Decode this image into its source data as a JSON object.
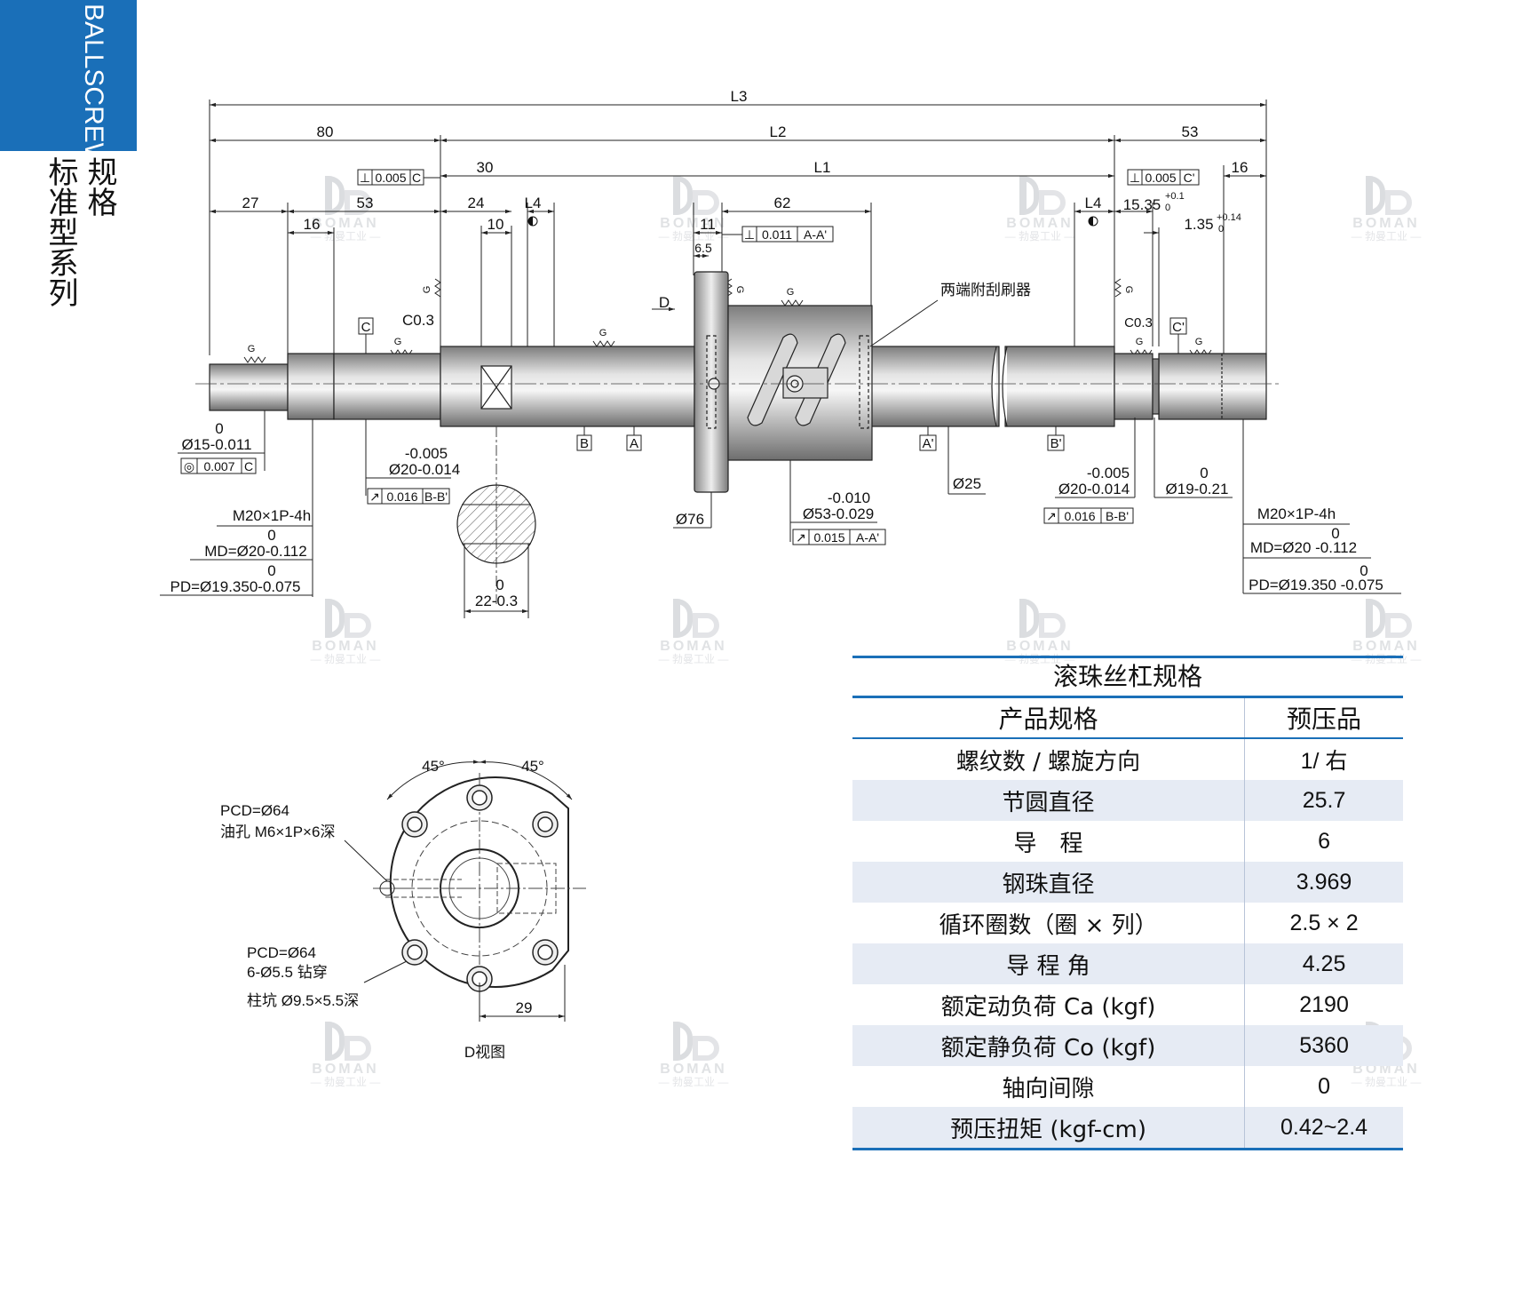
{
  "sidebar": {
    "tab_text": "BALLSCREWS",
    "title_cn_1": "规格",
    "title_cn_2": "标准型系列"
  },
  "watermark": {
    "name": "BOMAN",
    "sub": "— 勃曼工业 —"
  },
  "dims": {
    "L3": "L3",
    "L2": "L2",
    "L1": "L1",
    "d80": "80",
    "d53r": "53",
    "d27": "27",
    "d53l": "53",
    "d30": "30",
    "d24": "24",
    "d10": "10",
    "d16": "16",
    "L4a": "L4",
    "L4b": "L4",
    "d62": "62",
    "d11": "11",
    "d6_5": "6.5",
    "d16r": "16",
    "d15_35": "15.35",
    "d15_35_tol_up": "+0.1",
    "d15_35_tol_lo": "0",
    "d1_35": "1.35",
    "d1_35_tol_up": "+0.14",
    "d1_35_tol_lo": "0",
    "c03a": "C0.3",
    "c03b": "C0.3",
    "D": "D",
    "ref_C": "C",
    "ref_C2": "C'",
    "ref_B": "B",
    "ref_A": "A",
    "ref_A2": "A'",
    "ref_B2": "B'",
    "wiper_note": "两端附刮刷器",
    "d15_top": "0",
    "d15": "Ø15-0.011",
    "d20_top": "-0.005",
    "d20": "Ø20-0.014",
    "m20l": "M20×1P-4h",
    "md_top": "0",
    "md": "MD=Ø20-0.112",
    "pd_top": "0",
    "pd": "PD=Ø19.350-0.075",
    "key_top": "0",
    "key": "22-0.3",
    "d76": "Ø76",
    "d53_top": "-0.010",
    "d53": "Ø53-0.029",
    "d25": "Ø25",
    "d20r_top": "-0.005",
    "d20r": "Ø20-0.014",
    "d19_top": "0",
    "d19": "Ø19-0.21",
    "m20r": "M20×1P-4h",
    "mdr_top": "0",
    "mdr": "MD=Ø20 -0.112",
    "pdr_top": "0",
    "pdr": "PD=Ø19.350 -0.075",
    "G": "G"
  },
  "tolerances": {
    "perp_left": {
      "sym": "⊥",
      "val": "0.005",
      "ref": "C"
    },
    "perp_right": {
      "sym": "⊥",
      "val": "0.005",
      "ref": "C'"
    },
    "perp_nut": {
      "sym": "⊥",
      "val": "0.011",
      "ref": "A-A'"
    },
    "conc": {
      "sym": "◎",
      "val": "0.007",
      "ref": "C"
    },
    "runout_left": {
      "sym": "↗",
      "val": "0.016",
      "ref": "B-B'"
    },
    "runout_right": {
      "sym": "↗",
      "val": "0.016",
      "ref": "B-B'"
    },
    "runout_nut": {
      "sym": "↗",
      "val": "0.015",
      "ref": "A-A'"
    }
  },
  "flange_view": {
    "angle1": "45°",
    "angle2": "45°",
    "pcd1": "PCD=Ø64",
    "oil": "油孔 M6×1P×6深",
    "pcd2": "PCD=Ø64",
    "holes": "6-Ø5.5 钻穿",
    "cbore": "柱坑 Ø9.5×5.5深",
    "d29": "29",
    "caption": "D视图"
  },
  "spec_table": {
    "title": "滚珠丝杠规格",
    "headers": [
      "产品规格",
      "预压品"
    ],
    "rows": [
      {
        "label": "螺纹数 / 螺旋方向",
        "value": "1/ 右"
      },
      {
        "label": "节圆直径",
        "value": "25.7"
      },
      {
        "label": "导　程",
        "value": "6"
      },
      {
        "label": "钢珠直径",
        "value": "3.969"
      },
      {
        "label": "循环圈数（圈 × 列）",
        "value": "2.5 × 2"
      },
      {
        "label": "导 程 角",
        "value": "4.25"
      },
      {
        "label": "额定动负荷 Ca (kgf)",
        "value": "2190"
      },
      {
        "label": "额定静负荷 Co (kgf)",
        "value": "5360"
      },
      {
        "label": "轴向间隙",
        "value": "0"
      },
      {
        "label": "预压扭矩 (kgf-cm)",
        "value": "0.42~2.4"
      }
    ]
  },
  "colors": {
    "accent": "#1a6fb8",
    "row_shade": "#e6ebf4"
  }
}
